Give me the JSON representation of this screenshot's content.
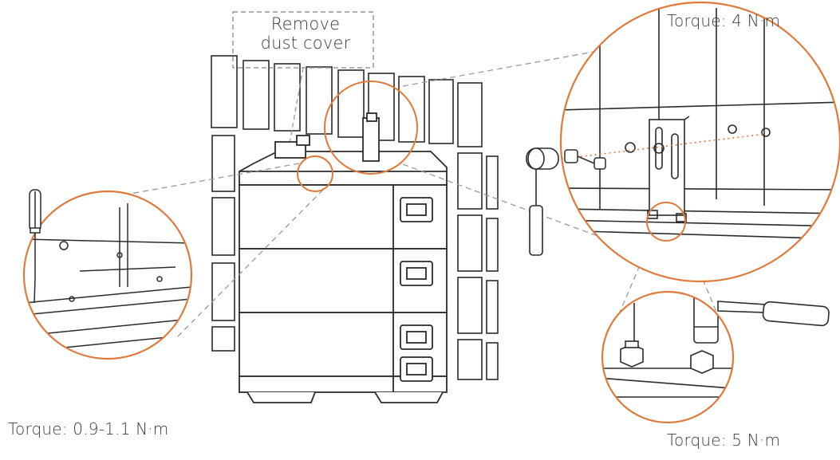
{
  "labels": {
    "remove_dust_cover_line1": "Remove",
    "remove_dust_cover_line2": "dust cover",
    "torque_top_right": "Torque: 4 N·m",
    "torque_left": "Torque: 0.9-1.1 N·m",
    "torque_bottom_right": "Torque: 5 N·m"
  },
  "colors": {
    "line": "#2b2b2b",
    "callout_circle": "#e07a3a",
    "dashed_leader": "#9a9a9a",
    "dotted_axis": "#e07a3a"
  },
  "icons": {
    "left_detail_tool": "screwdriver-icon",
    "right_tool": "torque-wrench-icon"
  }
}
